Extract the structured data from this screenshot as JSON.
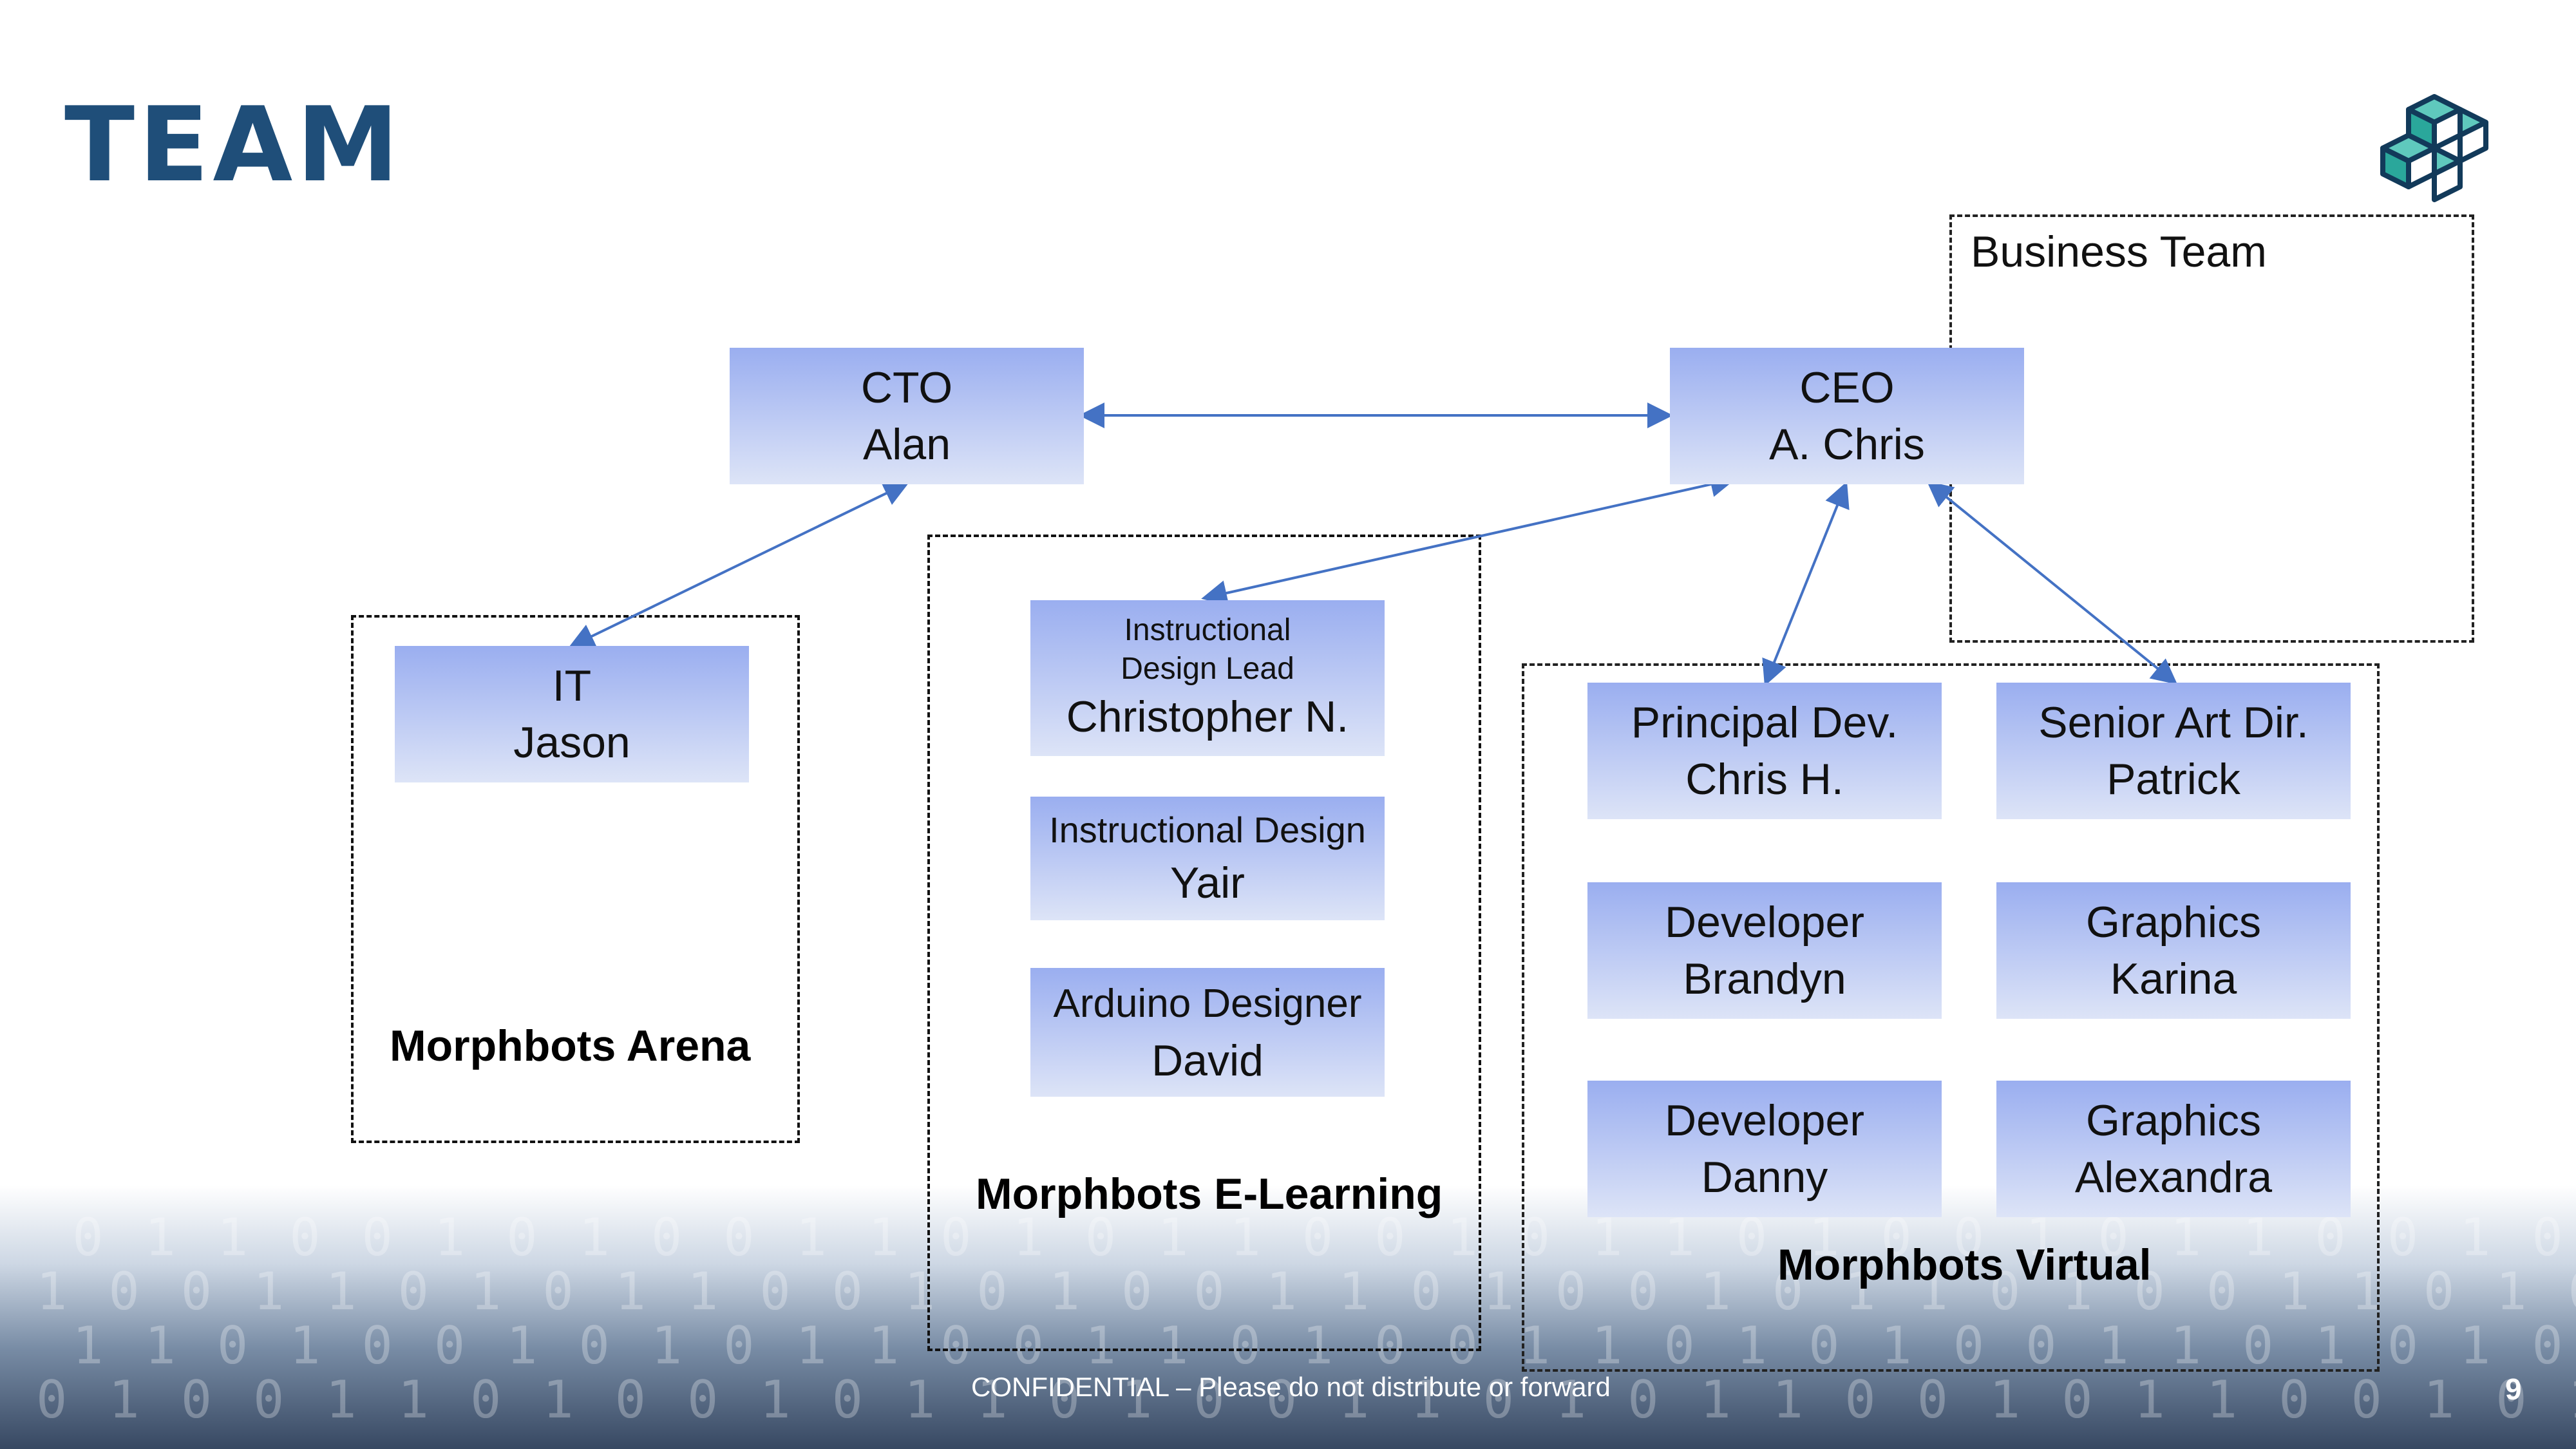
{
  "slide": {
    "title": "TEAM",
    "footer": "CONFIDENTIAL – Please do not distribute or forward",
    "page_number": "9"
  },
  "groups": {
    "arena": "Morphbots Arena",
    "elearning": "Morphbots E-Learning",
    "virtual": "Morphbots Virtual",
    "business": "Business Team"
  },
  "nodes": {
    "cto": {
      "role": "CTO",
      "name": "Alan"
    },
    "ceo": {
      "role": "CEO",
      "name": "A. Chris"
    },
    "it": {
      "role": "IT",
      "name": "Jason"
    },
    "id_lead": {
      "role": "Instructional Design Lead",
      "name": "Christopher N."
    },
    "id": {
      "role": "Instructional Design",
      "name": "Yair"
    },
    "arduino": {
      "role": "Arduino Designer",
      "name": "David"
    },
    "principal": {
      "role": "Principal Dev.",
      "name": "Chris H."
    },
    "art": {
      "role": "Senior Art Dir.",
      "name": "Patrick"
    },
    "dev1": {
      "role": "Developer",
      "name": "Brandyn"
    },
    "gfx1": {
      "role": "Graphics",
      "name": "Karina"
    },
    "dev2": {
      "role": "Developer",
      "name": "Danny"
    },
    "gfx2": {
      "role": "Graphics",
      "name": "Alexandra"
    }
  },
  "colors": {
    "title": "#1f4e79",
    "node_top": "#9aaef0",
    "node_bottom": "#dde4f7",
    "connector": "#4472c4",
    "logo": "#2aa79b"
  },
  "icons": [
    "cube-stack-logo-icon"
  ]
}
